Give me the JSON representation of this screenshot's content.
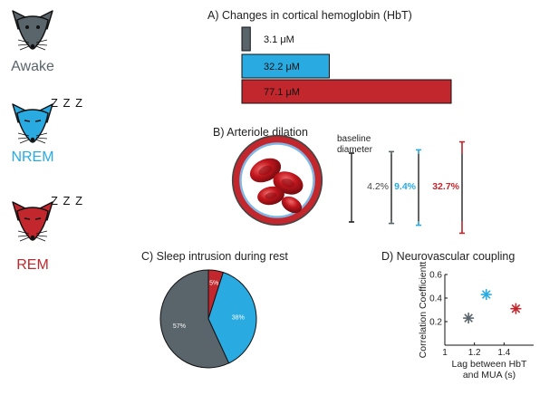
{
  "colors": {
    "awake": "#59646b",
    "nrem": "#29abe2",
    "rem": "#c1272d",
    "ink": "#222222"
  },
  "states": {
    "awake": {
      "label": "Awake",
      "icon": "mouse-head-icon"
    },
    "nrem": {
      "label": "NREM",
      "icon": "sleeping-mouse-head-icon",
      "zzz": "Z Z Z"
    },
    "rem": {
      "label": "REM",
      "icon": "sleeping-mouse-head-icon",
      "zzz": "Z Z Z"
    }
  },
  "panels": {
    "a": {
      "title": "A)  Changes in cortical hemoglobin (HbT)"
    },
    "b": {
      "title": "B)  Arteriole dilation",
      "baseline_label_1": "baseline",
      "baseline_label_2": "diameter",
      "icon": "arteriole-cross-section-icon"
    },
    "c": {
      "title": "C)  Sleep intrusion during rest"
    },
    "d": {
      "title": "D)  Neurovascular coupling"
    }
  },
  "chart_data": [
    {
      "type": "bar",
      "orientation": "horizontal",
      "categories": [
        "Awake",
        "NREM",
        "REM"
      ],
      "values": [
        3.1,
        32.2,
        77.1
      ],
      "value_labels": [
        "3.1 μM",
        "32.2 μM",
        "77.1  μM"
      ],
      "colors": [
        "#59646b",
        "#29abe2",
        "#c1272d"
      ]
    },
    {
      "type": "bar",
      "categories": [
        "baseline",
        "Awake",
        "NREM",
        "REM"
      ],
      "values": [
        0,
        4.2,
        9.4,
        32.7
      ],
      "value_labels": [
        "",
        "4.2%",
        "9.4%",
        "32.7%"
      ],
      "colors": [
        "#222222",
        "#59646b",
        "#29abe2",
        "#c1272d"
      ]
    },
    {
      "type": "pie",
      "labels": [
        "REM",
        "NREM",
        "Awake"
      ],
      "values": [
        5,
        38,
        57
      ],
      "value_labels": [
        "5%",
        "38%",
        "57%"
      ],
      "colors": [
        "#c1272d",
        "#29abe2",
        "#59646b"
      ]
    },
    {
      "type": "scatter",
      "xlabel_lines": [
        "Lag between HbT",
        "and MUA (s)"
      ],
      "ylabel": "Correlation Coefficientt",
      "xlim": [
        1.0,
        1.6
      ],
      "ylim": [
        0.0,
        0.6
      ],
      "xticks": [
        1,
        1.2,
        1.4
      ],
      "xtick_labels": [
        "1",
        "1.2",
        "1.4"
      ],
      "yticks": [
        0.2,
        0.4,
        0.6
      ],
      "ytick_labels": [
        "0.2",
        "0.4",
        "0.6"
      ],
      "points": [
        {
          "x": 1.16,
          "y": 0.23,
          "color": "#59646b"
        },
        {
          "x": 1.28,
          "y": 0.43,
          "color": "#29abe2"
        },
        {
          "x": 1.48,
          "y": 0.31,
          "color": "#c1272d"
        }
      ]
    }
  ]
}
